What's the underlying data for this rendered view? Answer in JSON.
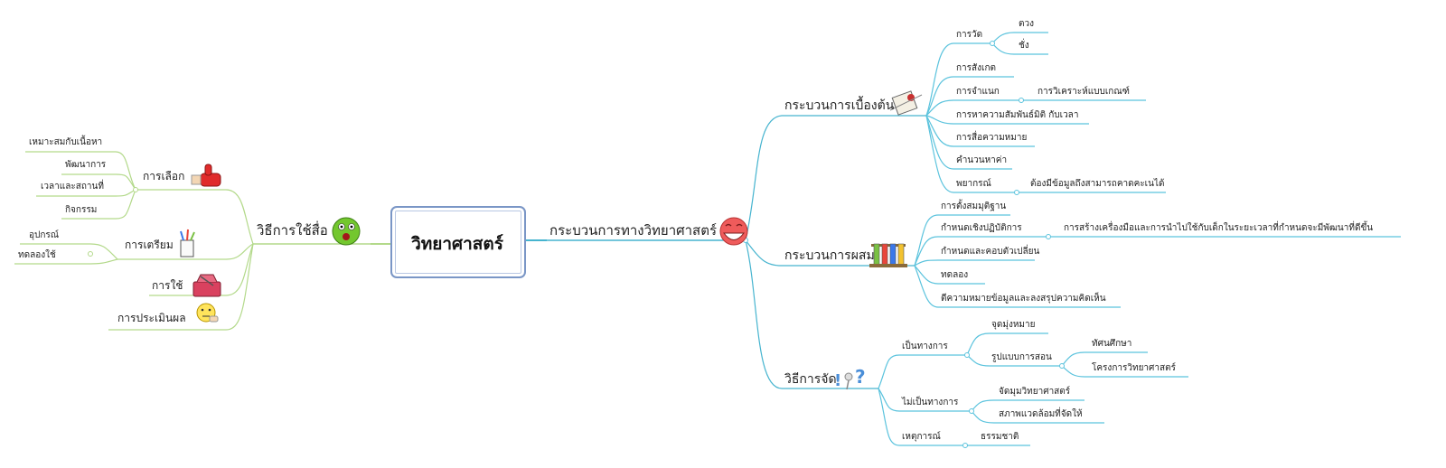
{
  "root": {
    "label": "วิทยาศาสตร์",
    "icon": "lightbulb-icon"
  },
  "right_branch": {
    "label": "กระบวนการทางวิทยาศาสตร์",
    "icon": "smiling-face-icon",
    "basic": {
      "label": "กระบวนการเบื้องต้น",
      "icon": "scroll-icon",
      "measure": {
        "label": "การวัด",
        "children": [
          "ตวง",
          "ชั่ง"
        ]
      },
      "observe": "การสังเกต",
      "classify": {
        "label": "การจำแนก",
        "child": "การวิเคราะห์แบบเกณฑ์"
      },
      "space_time": "การหาความสัมพันธ์มิติ กับเวลา",
      "communicate": "การสื่อความหมาย",
      "calculate": "คำนวนหาค่า",
      "predict": {
        "label": "พยากรณ์",
        "child": "ต้องมีข้อมูลถึงสามารถคาดคะเนได้"
      }
    },
    "integrated": {
      "label": "กระบวนการผสม",
      "icon": "test-tubes-icon",
      "hypothesis": "การตั้งสมมุติฐาน",
      "operational": {
        "label": "กำหนดเชิงปฏิบัติการ",
        "child": "การสร้างเครื่องมือและการนำไปใช้กับเด็กในระยะเวลาที่กำหนดจะมีพัฒนาที่ดีขึ้น"
      },
      "variables": "กำหนดและคอบตัวเปลี่ยน",
      "experiment": "ทดลอง",
      "interpret": "ตีความหมายข้อมูลและลงสรุปความคิดเห็น"
    },
    "organize": {
      "label": "วิธีการจัด",
      "icon": "question-mark-icon",
      "formal": {
        "label": "เป็นทางการ",
        "goal": "จุดมุ่งหมาย",
        "teaching": {
          "label": "รูปแบบการสอน",
          "children": [
            "ทัศนศึกษา",
            "โครงการวิทยาศาสตร์"
          ]
        }
      },
      "informal": {
        "label": "ไม่เป็นทางการ",
        "children": [
          "จัดมุมวิทยาศาสตร์",
          "สภาพแวดล้อมที่จัดให้"
        ]
      },
      "incidental": {
        "label": "เหตุการณ์",
        "child": "ธรรมชาติ"
      }
    }
  },
  "left_branch": {
    "label": "วิธีการใช้สื่อ",
    "icon": "green-face-icon",
    "select": {
      "label": "การเลือก",
      "icon": "thumbs-up-icon",
      "children": [
        "เหมาะสมกับเนื้อหา",
        "พัฒนาการ",
        "เวลาและสถานที่",
        "กิจกรรม"
      ]
    },
    "prepare": {
      "label": "การเตรียม",
      "icon": "pencil-cup-icon",
      "children": [
        "อุปกรณ์",
        "ทดลองใช้"
      ]
    },
    "use": {
      "label": "การใช้",
      "icon": "toolbox-icon"
    },
    "evaluate": {
      "label": "การประเมินผล",
      "icon": "thinking-face-icon"
    }
  },
  "colors": {
    "right_line": "#46b4cf",
    "left_line": "#b3d98a",
    "node_line": "#5bc3dd",
    "root_border": "#7a96c6",
    "bulb": "#ffe000"
  }
}
